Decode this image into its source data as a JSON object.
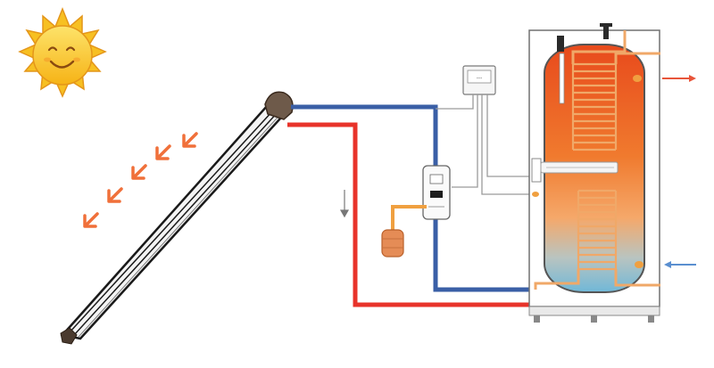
{
  "diagram": {
    "kind": "solar water heating system",
    "components": [
      {
        "id": "sun",
        "icon": "smiling-sun-icon"
      },
      {
        "id": "sunrays",
        "icon": "arrow-down-left-icon",
        "count": 5
      },
      {
        "id": "collector",
        "icon": "evacuated-tube-collector"
      },
      {
        "id": "controller",
        "icon": "controller-box-icon",
        "display": "---"
      },
      {
        "id": "pump-station",
        "icon": "pump-unit-icon"
      },
      {
        "id": "expansion-vessel",
        "icon": "expansion-tank-icon"
      },
      {
        "id": "storage-tank",
        "icon": "hot-water-cylinder-icon"
      },
      {
        "id": "upper-coil",
        "icon": "heat-exchanger-coil-icon"
      },
      {
        "id": "lower-coil",
        "icon": "heat-exchanger-coil-icon"
      },
      {
        "id": "electric-heater",
        "icon": "immersion-heater-icon"
      }
    ],
    "pipes": [
      {
        "id": "supply-pipe",
        "role": "hot flow from collector",
        "color": "#e8332a"
      },
      {
        "id": "return-pipe",
        "role": "cold return to collector",
        "color": "#3a5fa6"
      },
      {
        "id": "hot-water-outlet",
        "color": "#e8553a"
      },
      {
        "id": "cold-water-inlet",
        "color": "#5a8fd0"
      }
    ],
    "colors": {
      "hot": "#e8332a",
      "cold": "#3a5fa6",
      "tank_top": "#e84a1c",
      "tank_mid": "#f5a050",
      "tank_bottom": "#78bcd8",
      "sun": "#f9c21b",
      "ray": "#f0703a",
      "coil": "#f0a868"
    }
  }
}
